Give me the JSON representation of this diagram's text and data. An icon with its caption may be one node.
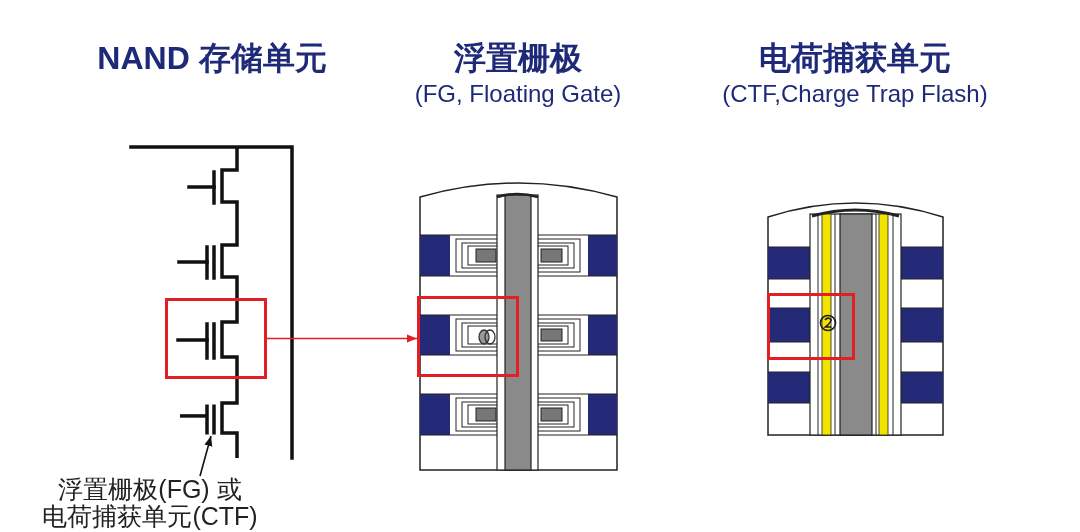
{
  "diagram": {
    "nodes": [
      {
        "text": [],
        "shape": "box"
      },
      {
        "text": [],
        "shape": "transistor"
      },
      {
        "text": [
          "浮置栅极(FG) 或电荷捕获单元(CTF)"
        ]
      },
      {
        "text": [],
        "shape": "box"
      },
      {
        "text": [],
        "shape": "box"
      }
    ],
    "edges": [
      {
        "from": 0,
        "to": 3,
        "arrow": "to",
        "color": "#e31e24"
      },
      {
        "from": 2,
        "to": 1,
        "arrow": "to",
        "color": "#111111"
      }
    ],
    "labels": [
      "NAND 存储单元",
      "浮置栅极",
      "(FG, Floating Gate)",
      "电荷捕获单元",
      "(CTF,Charge Trap Flash)"
    ]
  }
}
